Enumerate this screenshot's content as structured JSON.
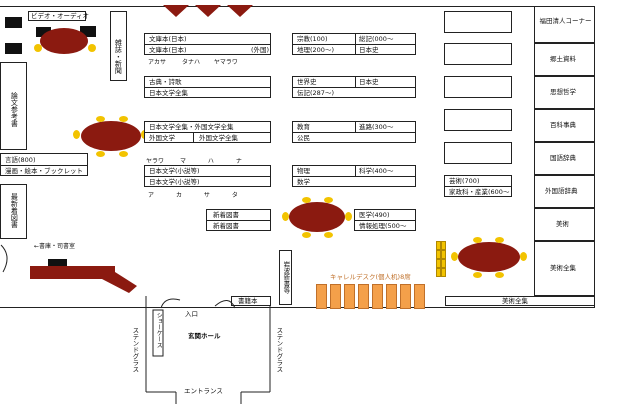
{
  "map": {
    "av_label": "ビデオ・オーディオ",
    "magazines_label": "雑誌・新聞",
    "theses_label": "論文参考書",
    "new_label": "最新着図書",
    "language_label": "言語(800)",
    "manga_label": "漫画・絵本・ブックレット",
    "storage_label": "←書庫・司書室",
    "library_shelves": [
      {
        "top": "文庫本(日本)",
        "bottom": "文庫本(日本)",
        "bottom_right": "(外国)"
      },
      {
        "top": "古典・詩歌",
        "bottom": "日本文学全集"
      },
      {
        "top": "日本文学全集・外国文学全集",
        "bottom_left": "外国文学",
        "bottom_right": "外国文学全集"
      },
      {
        "top": "日本文学(小説等)",
        "bottom": "日本文学(小説等)"
      },
      {
        "top": "新着図書",
        "bottom": "新着図書"
      }
    ],
    "kana_row1": [
      "アカサ",
      "タナハ",
      "ヤマラワ"
    ],
    "kana_row2": [
      "ヤラワ",
      "マ",
      "ハ",
      "ナ"
    ],
    "kana_row3": [
      "ア",
      "カ",
      "サ",
      "タ"
    ],
    "mid_shelves": [
      {
        "left_top": "宗教(100)",
        "right_top": "総記(000〜",
        "left_bottom": "地理(200〜)",
        "right_bottom": "日本史"
      },
      {
        "left_top": "世界史",
        "right_top": "日本史",
        "left_bottom": "伝記(287〜)"
      },
      {
        "left_top": "教育",
        "right_top": "進路(300〜",
        "left_bottom": "公民"
      },
      {
        "left_top": "物理",
        "right_top": "科学(400〜",
        "left_bottom": "数学"
      },
      {
        "right_top": "医学(490)",
        "right_bottom": "情報処理(500〜"
      }
    ],
    "arts_label": "芸術(700)",
    "home_label": "家政科・産業(600〜",
    "right_wall": [
      "福田清人コーナー",
      "郷土資料",
      "思想哲学",
      "百科事典",
      "国語辞典",
      "外国語辞典",
      "美術",
      "美術全集"
    ],
    "art_collection_label": "美術全集",
    "carrel_label": "キャレルデスク(個人机)8席",
    "paperback_label": "岩波新書等",
    "shelf_small_label": "書籍本",
    "entrance_label": "入口",
    "showcase_label": "ショーケース",
    "hall_label": "玄関ホール",
    "stained_left": "ステンドグラス",
    "stained_right": "ステンドグラス",
    "entrance_bottom": "エントランス"
  }
}
